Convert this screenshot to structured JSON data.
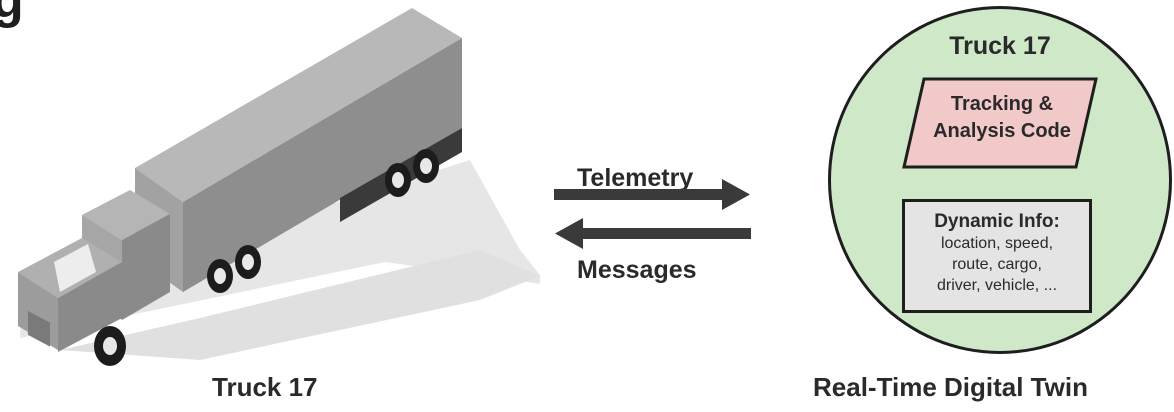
{
  "header": {
    "title_fragment": "g"
  },
  "truck": {
    "caption": "Truck 17"
  },
  "link": {
    "telemetry_label": "Telemetry",
    "messages_label": "Messages"
  },
  "twin": {
    "title": "Truck 17",
    "code_box": {
      "line1": "Tracking &",
      "line2": "Analysis Code"
    },
    "info_box": {
      "title": "Dynamic Info:",
      "lines": [
        "location, speed,",
        "route, cargo,",
        "driver, vehicle, ..."
      ]
    },
    "caption": "Real-Time Digital Twin"
  },
  "colors": {
    "twin_fill": "#cfe8c8",
    "code_fill": "#f2c9c9",
    "info_fill": "#e4e4e4",
    "arrow": "#3a3a3a",
    "truck_body": "#9a9a9a"
  }
}
